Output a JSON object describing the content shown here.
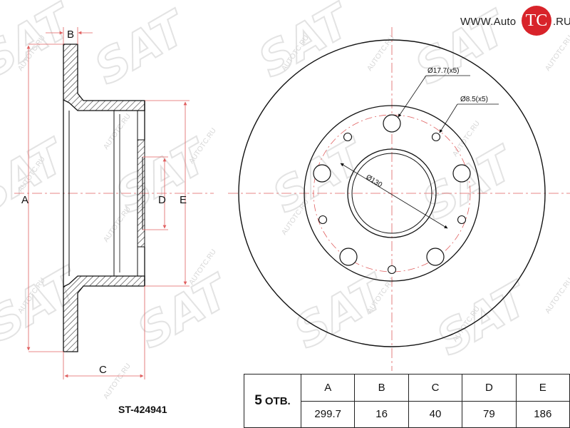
{
  "logo": {
    "url_prefix": "WWW.Auto",
    "badge": "TC",
    "url_suffix": ".RU"
  },
  "watermark": {
    "text": "AUTOTC.RU",
    "brand": "SAT"
  },
  "dimensions": {
    "a": "A",
    "b": "B",
    "c": "C",
    "d": "D",
    "e": "E"
  },
  "front_view": {
    "bolt_hole": "Ø17.7(x5)",
    "small_hole": "Ø8.5(x5)",
    "pcd": "Ø130"
  },
  "part_number": "ST-424941",
  "spec_table": {
    "holes_count": "5",
    "holes_label": "ОТВ.",
    "headers": [
      "A",
      "B",
      "C",
      "D",
      "E"
    ],
    "values": [
      "299.7",
      "16",
      "40",
      "79",
      "186"
    ]
  },
  "colors": {
    "dimension_line": "#e06060",
    "outline": "#111111",
    "logo_red": "#d8232a"
  }
}
